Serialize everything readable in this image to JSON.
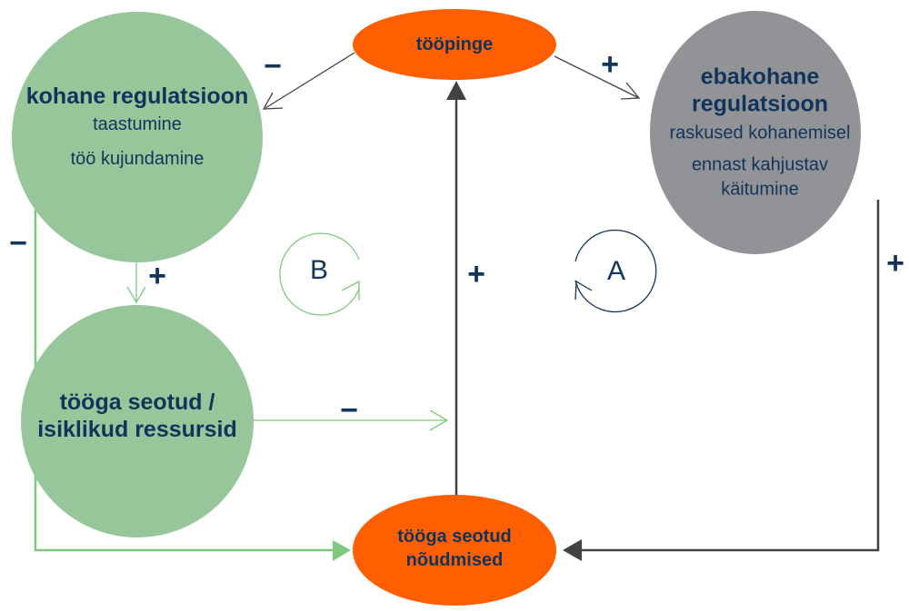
{
  "colors": {
    "green_node": "#97c69b",
    "gray_node": "#929397",
    "orange_node": "#ff5f00",
    "text": "#13345a",
    "green_line": "#7ec87f",
    "dark_line": "#404244"
  },
  "nodes": {
    "adaptive": {
      "title": "kohane regulatsioon",
      "items": [
        "taastumine",
        "töö kujundamine"
      ]
    },
    "maladaptive": {
      "title": "ebakohane regulatsioon",
      "items": [
        "raskused kohanemisel",
        "ennast kahjustav käitumine"
      ]
    },
    "strain": {
      "title": "tööpinge"
    },
    "resources": {
      "title": "tööga seotud / isiklikud ressursid"
    },
    "demands": {
      "title": "tööga seotud nõudmised"
    }
  },
  "edges": [
    {
      "from": "tööpinge",
      "to": "kohane regulatsioon",
      "sign": "−"
    },
    {
      "from": "tööpinge",
      "to": "ebakohane regulatsioon",
      "sign": "+"
    },
    {
      "from": "kohane regulatsioon",
      "to": "tööga seotud / isiklikud ressursid",
      "sign": "+"
    },
    {
      "from": "kohane regulatsioon",
      "to": "tööga seotud nõudmised",
      "sign": "−"
    },
    {
      "from": "tööga seotud / isiklikud ressursid",
      "to": "tööpinge",
      "sign": "−"
    },
    {
      "from": "tööga seotud nõudmised",
      "to": "tööpinge",
      "sign": "+"
    },
    {
      "from": "ebakohane regulatsioon",
      "to": "tööga seotud nõudmised",
      "sign": "+"
    }
  ],
  "loops": {
    "balancing": "B",
    "reinforcing": "A"
  }
}
